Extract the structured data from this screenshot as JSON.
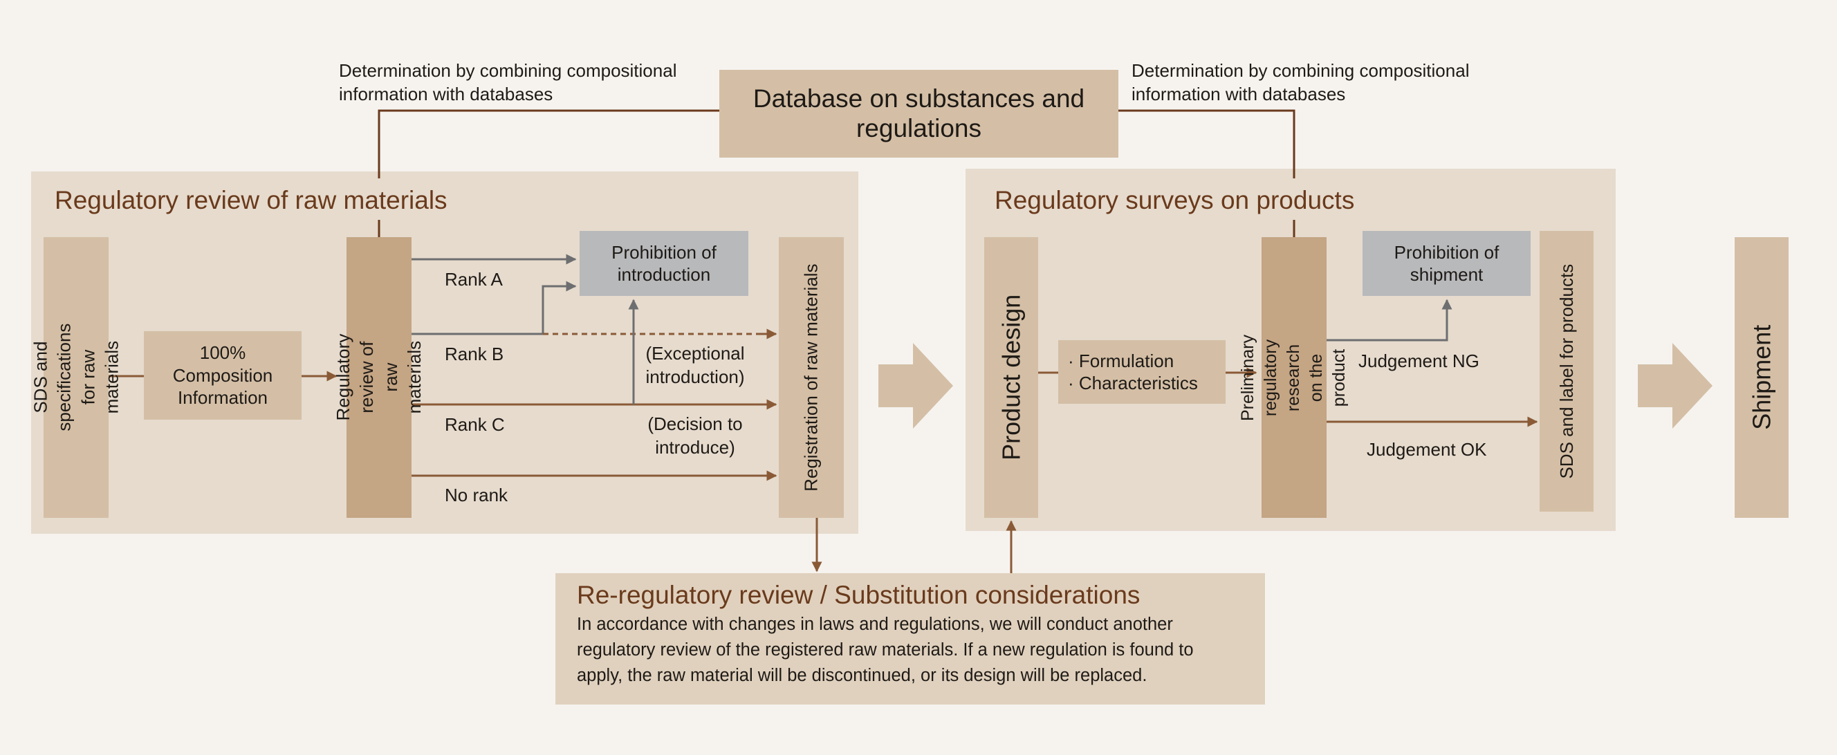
{
  "database": {
    "title": "Database on substances and regulations",
    "note_left": "Determination by combining compositional information with databases",
    "note_right": "Determination by combining compositional information with databases"
  },
  "raw_review": {
    "title": "Regulatory review of raw materials",
    "sds_box": "SDS and specifications for raw materials",
    "composition_box": "100% Composition Information",
    "review_box": "Regulatory review of raw materials",
    "prohibition_box": "Prohibition of introduction",
    "registration_box": "Registration of raw materials",
    "ranks": [
      "Rank A",
      "Rank B",
      "Rank C",
      "No rank"
    ],
    "exceptional": "(Exceptional introduction)",
    "decision": "(Decision to introduce)"
  },
  "product_survey": {
    "title": "Regulatory surveys on products",
    "design_box": "Product design",
    "formulation_items": [
      "· Formulation",
      "· Characteristics"
    ],
    "preliminary_box": "Preliminary regulatory research on the product",
    "prohibition_box": "Prohibition of shipment",
    "sds_box": "SDS and label for products",
    "judgement_ng": "Judgement NG",
    "judgement_ok": "Judgement OK"
  },
  "shipment": "Shipment",
  "re_review": {
    "title": "Re-regulatory review / Substitution considerations",
    "body": "In accordance with changes in laws and regulations, we will conduct another regulatory review of the registered raw materials. If a new regulation is found to apply, the raw material will be discontinued, or its design will be replaced."
  },
  "colors": {
    "brown_arrow": "#8a5a36",
    "gray_arrow": "#6d6e70",
    "title_brown": "#6a3a1c",
    "panel": "#e6dbcd",
    "box_light": "#d4bfa6",
    "box_dark": "#c4a584",
    "box_gray": "#b8b9bb"
  }
}
